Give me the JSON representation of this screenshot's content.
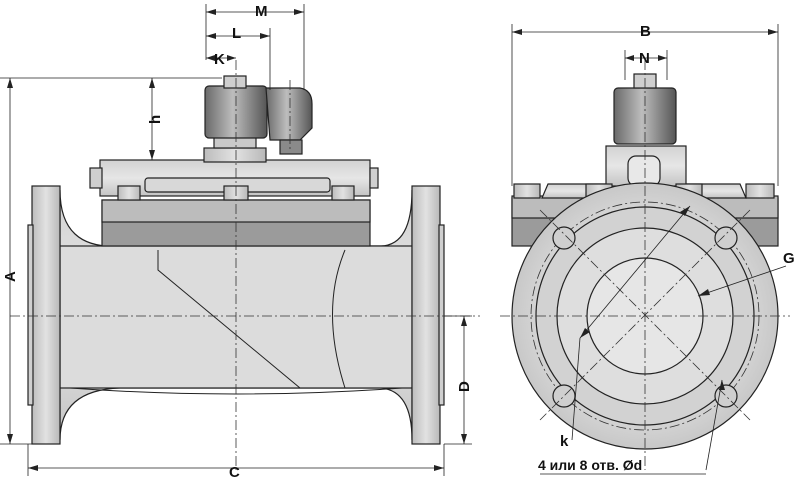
{
  "drawing": {
    "dimensions": {
      "A": "A",
      "B": "B",
      "C": "C",
      "D": "D",
      "G": "G",
      "K": "K",
      "L": "L",
      "M": "M",
      "N": "N",
      "h": "h",
      "k": "k"
    },
    "hole_note": "4 или 8 отв. Ød"
  }
}
